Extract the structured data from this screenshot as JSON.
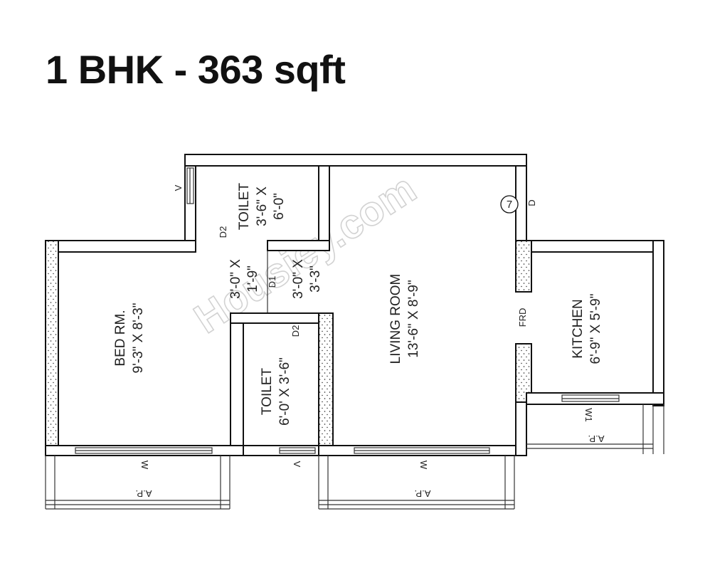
{
  "title": "1 BHK - 363 sqft",
  "watermark": "Housiey.com",
  "rooms": {
    "bedroom": {
      "name": "BED RM.",
      "size": "9'-3\" X 8'-3\""
    },
    "toilet_upper": {
      "name": "TOILET",
      "size_line1": "3'-6\" X",
      "size_line2": "6'-0\""
    },
    "passage_left": {
      "size_line1": "3'-0\" X",
      "size_line2": "1'-9\""
    },
    "passage_right": {
      "size_line1": "3'-0\" X",
      "size_line2": "3'-3\""
    },
    "toilet_lower": {
      "name": "TOILET",
      "size": "6'-0' X 3'-6\""
    },
    "living": {
      "name": "LIVING ROOM",
      "size": "13'-6\" X 8'-9\""
    },
    "kitchen": {
      "name": "KITCHEN",
      "size": "6'-9\" X 5'-9\""
    }
  },
  "labels": {
    "d2_upper": "D2",
    "d1": "D1",
    "d2_lower": "D2",
    "main_door": "D",
    "frd": "FRD",
    "unit_number": "7",
    "vent_upper": "V",
    "vent_lower": "V",
    "window_bed": "W",
    "window_living": "W",
    "window_kitchen": "W1",
    "ap_bed": "A.P.",
    "ap_living": "A.P.",
    "ap_kitchen": "A.P."
  }
}
